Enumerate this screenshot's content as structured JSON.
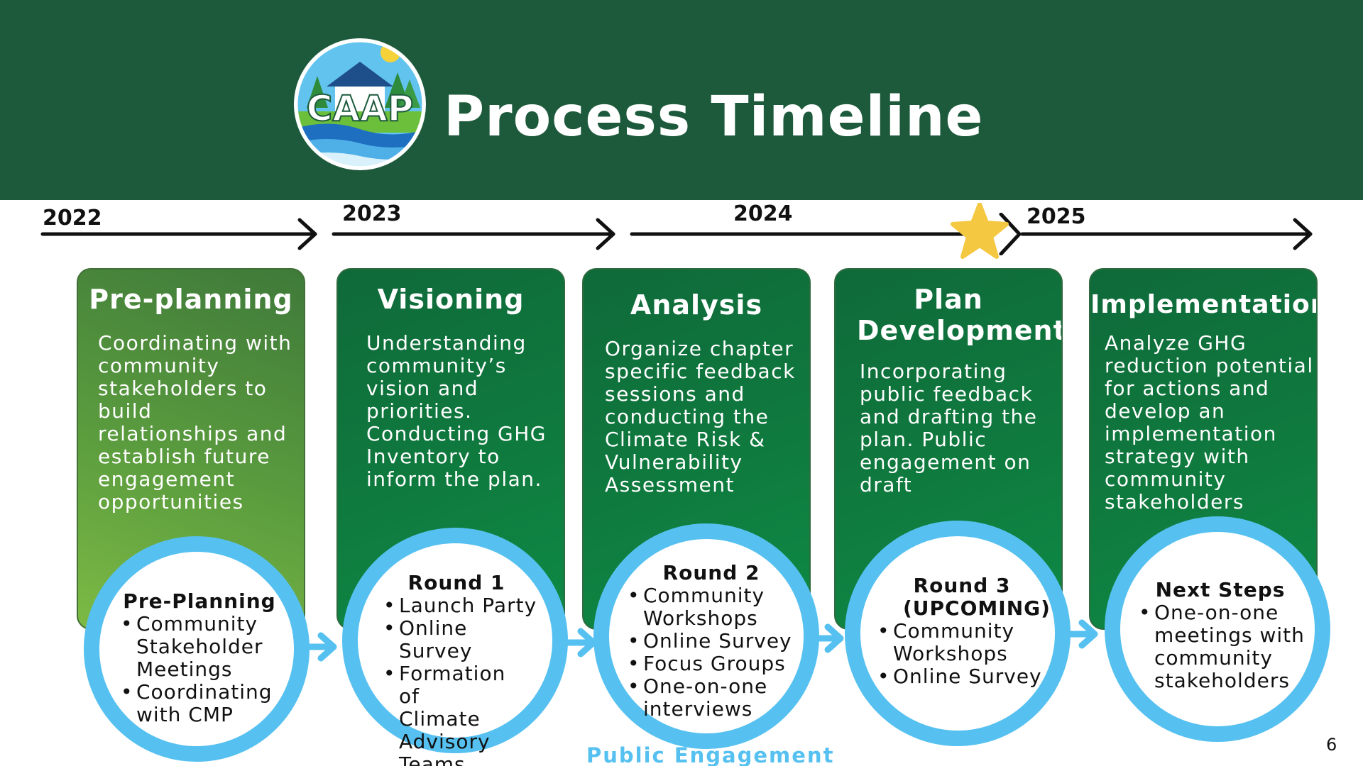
{
  "header": {
    "title": "Process Timeline",
    "logo_text": "CAAP",
    "background": "#1d5a3c"
  },
  "years": [
    "2022",
    "2023",
    "2024",
    "2025"
  ],
  "milestone_icon": "star-icon",
  "stages": [
    {
      "title": "Pre-planning",
      "description": "Coordinating with community stakeholders to build relationships and establish future engagement opportunities",
      "engagement": {
        "heading": "Pre-Planning",
        "items": [
          "Community Stakeholder Meetings",
          "Coordinating with CMP"
        ]
      }
    },
    {
      "title": "Visioning",
      "description": "Understanding community’s vision and priorities. Conducting GHG Inventory to inform the plan.",
      "engagement": {
        "heading": "Round 1",
        "items": [
          "Launch Party",
          "Online Survey",
          "Formation of Climate Advisory Teams"
        ]
      }
    },
    {
      "title": "Analysis",
      "description": "Organize chapter specific feedback sessions and conducting the Climate Risk & Vulnerability Assessment",
      "engagement": {
        "heading": "Round 2",
        "items": [
          "Community Workshops",
          "Online Survey",
          "Focus Groups",
          "One-on-one interviews"
        ]
      }
    },
    {
      "title": "Plan Development",
      "description": "Incorporating public feedback and drafting the plan. Public engagement on draft",
      "engagement": {
        "heading": "Round 3 (UPCOMING)",
        "items": [
          "Community Workshops",
          "Online Survey"
        ]
      }
    },
    {
      "title": "Implementation",
      "description": "Analyze GHG reduction potential for actions and develop an implementation strategy with community stakeholders",
      "engagement": {
        "heading": "Next Steps",
        "items": [
          "One-on-one meetings with community stakeholders"
        ]
      }
    }
  ],
  "footer_label": "Public Engagement",
  "page_number": "6",
  "colors": {
    "header_green": "#1d5a3c",
    "card_green": "#0f7a3e",
    "preplanning_green": "#5b9c3e",
    "engagement_blue": "#56c1f0",
    "star_yellow": "#f5c842"
  }
}
